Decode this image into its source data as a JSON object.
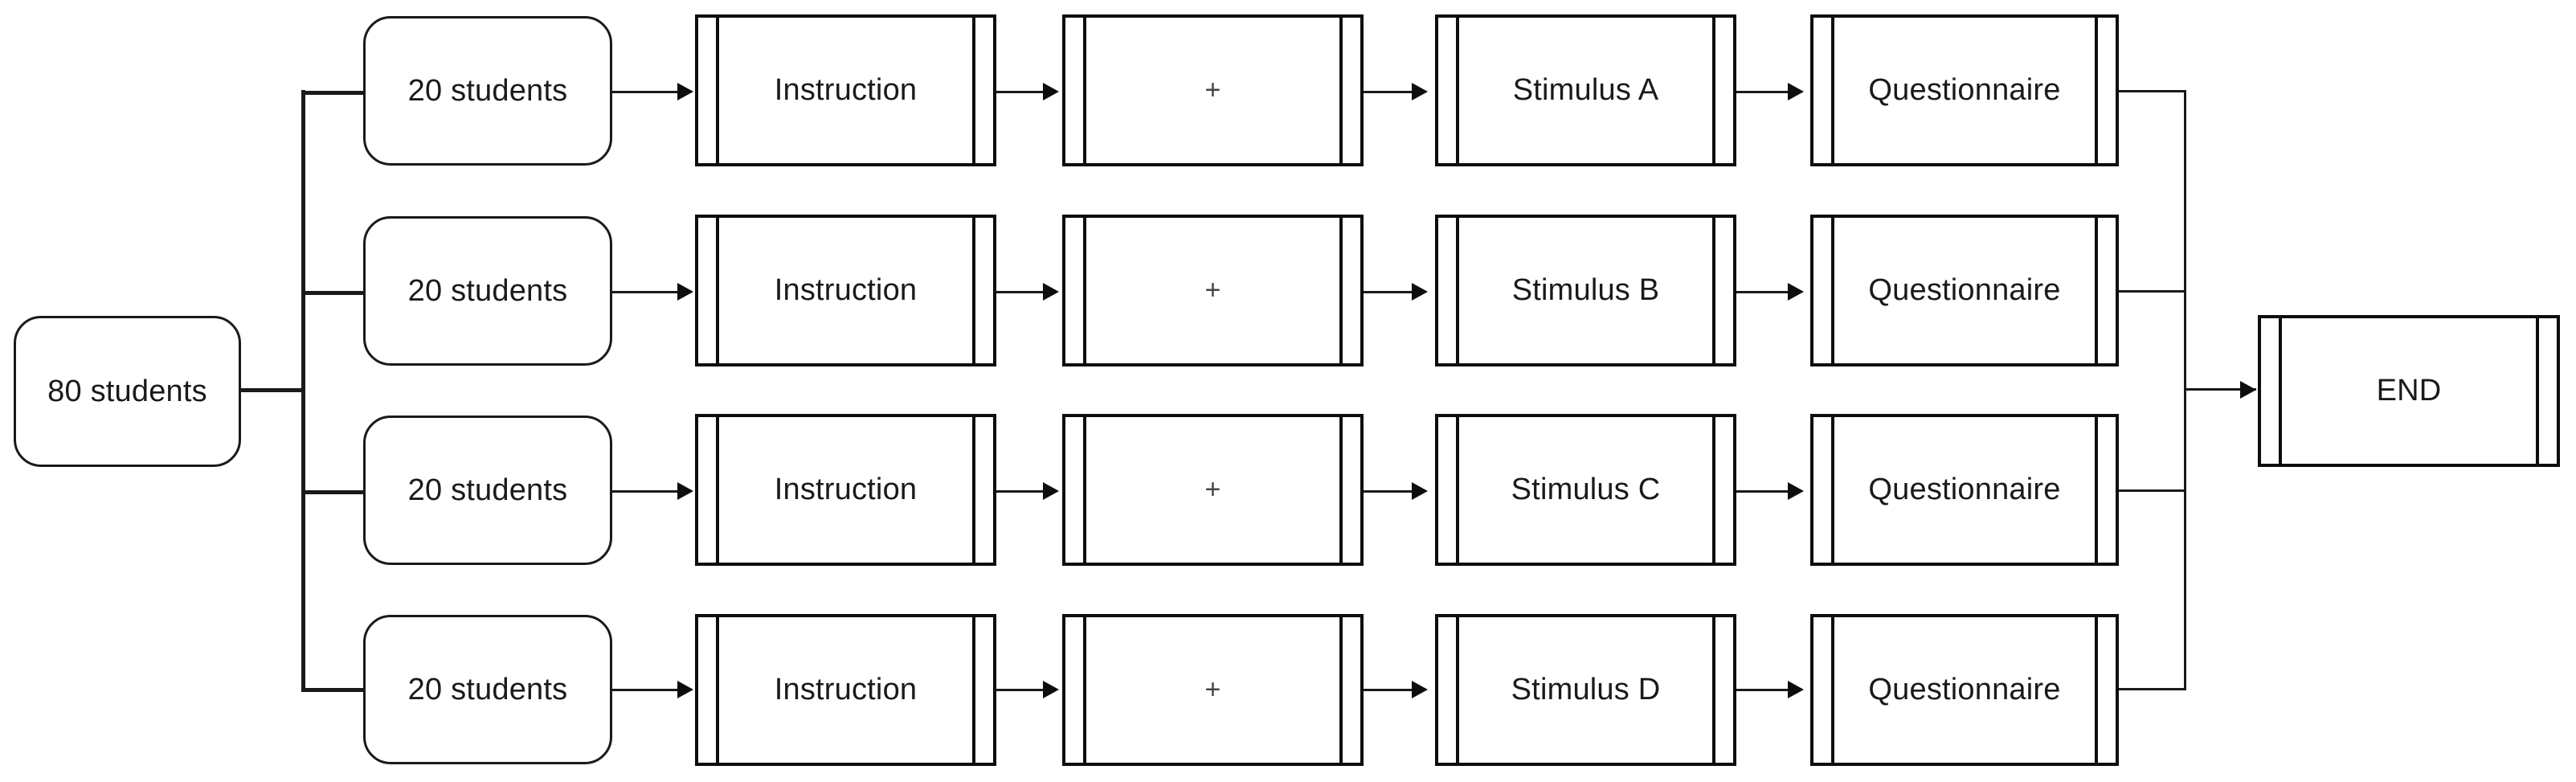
{
  "diagram": {
    "title": "Experimental procedure flow diagram",
    "type": "flowchart",
    "orientation": "left-to-right",
    "colors": {
      "stroke": "#1a1a1a",
      "box_stroke": "#0d0d0d",
      "background": "#ffffff",
      "text": "#1a1a1a",
      "plus_text": "#444444"
    },
    "source": {
      "label": "80 students",
      "shape": "rounded-rectangle"
    },
    "end": {
      "label": "END",
      "shape": "predefined-process"
    },
    "column_titles": [
      "group",
      "instruction",
      "fixation",
      "stimulus",
      "questionnaire"
    ],
    "rows": [
      {
        "group": "20 students",
        "instruction": "Instruction",
        "fixation": "+",
        "stimulus": "Stimulus A",
        "questionnaire": "Questionnaire"
      },
      {
        "group": "20 students",
        "instruction": "Instruction",
        "fixation": "+",
        "stimulus": "Stimulus B",
        "questionnaire": "Questionnaire"
      },
      {
        "group": "20 students",
        "instruction": "Instruction",
        "fixation": "+",
        "stimulus": "Stimulus C",
        "questionnaire": "Questionnaire"
      },
      {
        "group": "20 students",
        "instruction": "Instruction",
        "fixation": "+",
        "stimulus": "Stimulus D",
        "questionnaire": "Questionnaire"
      }
    ]
  }
}
